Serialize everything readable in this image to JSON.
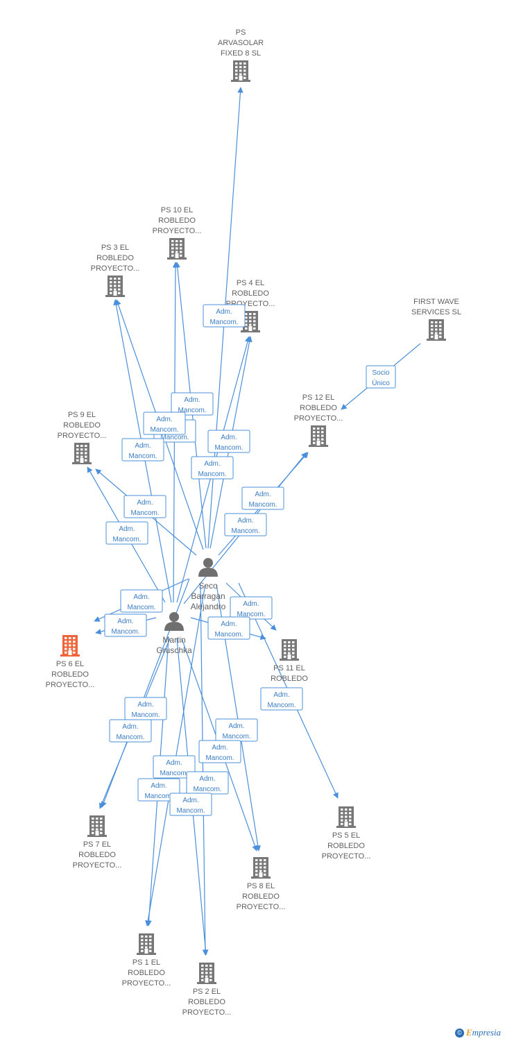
{
  "colors": {
    "edge": "#4a8fdc",
    "building": "#777777",
    "highlight_building": "#f0643c",
    "person": "#6f6f6f",
    "text": "#5f5f5f"
  },
  "nodes": [
    {
      "id": "arvasolar",
      "type": "company",
      "lines": [
        "PS",
        "ARVASOLAR",
        "FIXED 8 SL"
      ],
      "highlight": false
    },
    {
      "id": "ps10",
      "type": "company",
      "lines": [
        "PS 10 EL",
        "ROBLEDO",
        "PROYECTO..."
      ],
      "highlight": false
    },
    {
      "id": "ps3",
      "type": "company",
      "lines": [
        "PS 3 EL",
        "ROBLEDO",
        "PROYECTO..."
      ],
      "highlight": false
    },
    {
      "id": "ps4",
      "type": "company",
      "lines": [
        "PS 4 EL",
        "ROBLEDO",
        "PROYECTO..."
      ],
      "highlight": false
    },
    {
      "id": "firstwave",
      "type": "company",
      "lines": [
        "FIRST WAVE",
        "SERVICES SL"
      ],
      "highlight": false
    },
    {
      "id": "ps12",
      "type": "company",
      "lines": [
        "PS 12 EL",
        "ROBLEDO",
        "PROYECTO..."
      ],
      "highlight": false
    },
    {
      "id": "ps9",
      "type": "company",
      "lines": [
        "PS 9 EL",
        "ROBLEDO",
        "PROYECTO..."
      ],
      "highlight": false
    },
    {
      "id": "ps6",
      "type": "company",
      "lines": [
        "PS 6 EL",
        "ROBLEDO",
        "PROYECTO..."
      ],
      "highlight": true
    },
    {
      "id": "ps11",
      "type": "company",
      "lines": [
        "PS 11 EL",
        "ROBLEDO",
        "..."
      ],
      "highlight": false
    },
    {
      "id": "ps5",
      "type": "company",
      "lines": [
        "PS 5 EL",
        "ROBLEDO",
        "PROYECTO..."
      ],
      "highlight": false
    },
    {
      "id": "ps7",
      "type": "company",
      "lines": [
        "PS 7 EL",
        "ROBLEDO",
        "PROYECTO..."
      ],
      "highlight": false
    },
    {
      "id": "ps8",
      "type": "company",
      "lines": [
        "PS 8 EL",
        "ROBLEDO",
        "PROYECTO..."
      ],
      "highlight": false
    },
    {
      "id": "ps1",
      "type": "company",
      "lines": [
        "PS 1 EL",
        "ROBLEDO",
        "PROYECTO..."
      ],
      "highlight": false
    },
    {
      "id": "ps2",
      "type": "company",
      "lines": [
        "PS 2 EL",
        "ROBLEDO",
        "PROYECTO..."
      ],
      "highlight": false
    },
    {
      "id": "seco",
      "type": "person",
      "lines": [
        "Seco",
        "Barragan",
        "Alejandro"
      ]
    },
    {
      "id": "martin",
      "type": "person",
      "lines": [
        "Martin",
        "Gruschka"
      ]
    }
  ],
  "edge_label": [
    "Adm.",
    "Mancom."
  ],
  "socio_label": [
    "Socio",
    "Único"
  ],
  "edges": [
    {
      "from": "seco",
      "to": "arvasolar",
      "label": "adm"
    },
    {
      "from": "seco",
      "to": "ps10",
      "label": "adm"
    },
    {
      "from": "martin",
      "to": "ps10",
      "label": "adm"
    },
    {
      "from": "seco",
      "to": "ps3",
      "label": "adm"
    },
    {
      "from": "martin",
      "to": "ps3",
      "label": "adm"
    },
    {
      "from": "seco",
      "to": "ps4",
      "label": "adm"
    },
    {
      "from": "martin",
      "to": "ps4",
      "label": "adm"
    },
    {
      "from": "firstwave",
      "to": "ps12",
      "label": "socio"
    },
    {
      "from": "seco",
      "to": "ps12",
      "label": "adm"
    },
    {
      "from": "martin",
      "to": "ps12",
      "label": "adm"
    },
    {
      "from": "seco",
      "to": "ps9",
      "label": "adm"
    },
    {
      "from": "martin",
      "to": "ps9",
      "label": "adm"
    },
    {
      "from": "seco",
      "to": "ps6",
      "label": "adm"
    },
    {
      "from": "martin",
      "to": "ps6",
      "label": "adm"
    },
    {
      "from": "seco",
      "to": "ps11",
      "label": "adm"
    },
    {
      "from": "martin",
      "to": "ps11",
      "label": "adm"
    },
    {
      "from": "seco",
      "to": "ps5",
      "label": "adm"
    },
    {
      "from": "seco",
      "to": "ps7",
      "label": "adm"
    },
    {
      "from": "martin",
      "to": "ps7",
      "label": "adm"
    },
    {
      "from": "seco",
      "to": "ps8",
      "label": "adm"
    },
    {
      "from": "martin",
      "to": "ps8",
      "label": "adm"
    },
    {
      "from": "seco",
      "to": "ps1",
      "label": "adm"
    },
    {
      "from": "martin",
      "to": "ps1",
      "label": "adm"
    },
    {
      "from": "seco",
      "to": "ps2",
      "label": "adm"
    },
    {
      "from": "martin",
      "to": "ps2",
      "label": "adm"
    }
  ],
  "brand": {
    "copyright": "©",
    "name": "Empresia",
    "initial": "E",
    "rest": "mpresia"
  }
}
